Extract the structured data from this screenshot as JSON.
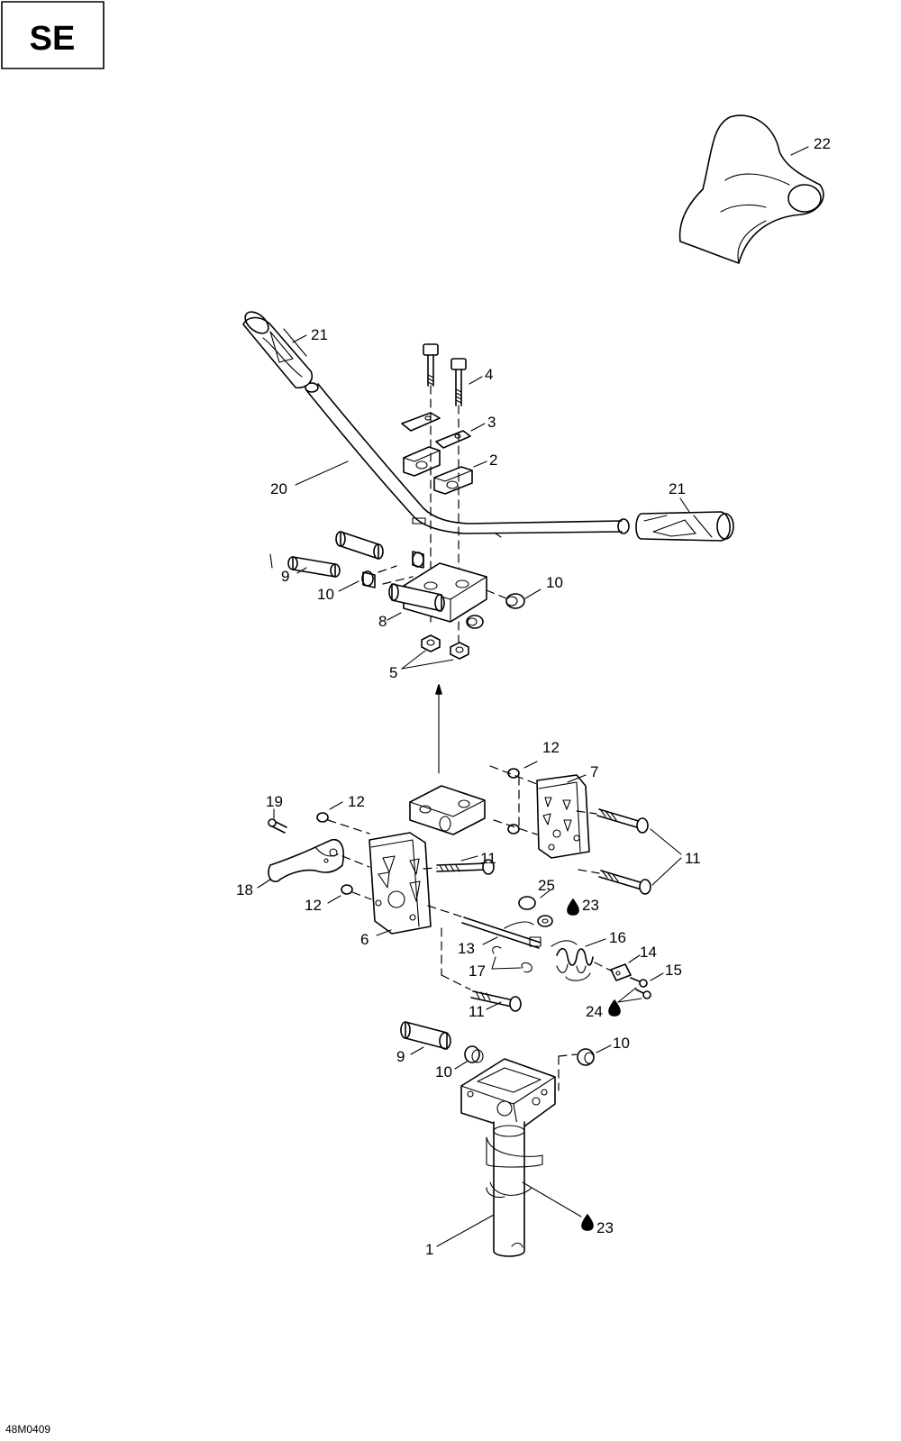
{
  "badge": "SE",
  "drawing_code": "48M0409",
  "callouts": {
    "c1": "1",
    "c2": "2",
    "c3": "3",
    "c4": "4",
    "c5": "5",
    "c6": "6",
    "c7": "7",
    "c8": "8",
    "c9a": "9",
    "c9b": "9",
    "c10a": "10",
    "c10b": "10",
    "c10c": "10",
    "c10d": "10",
    "c11a": "11",
    "c11b": "11",
    "c11c": "11",
    "c12a": "12",
    "c12b": "12",
    "c12c": "12",
    "c13": "13",
    "c14": "14",
    "c15": "15",
    "c16": "16",
    "c17": "17",
    "c18": "18",
    "c19": "19",
    "c20": "20",
    "c21a": "21",
    "c21b": "21",
    "c22": "22",
    "c23a": "23",
    "c23b": "23",
    "c24": "24",
    "c25": "25"
  },
  "icons": [
    "lubricant-drop-icon"
  ]
}
